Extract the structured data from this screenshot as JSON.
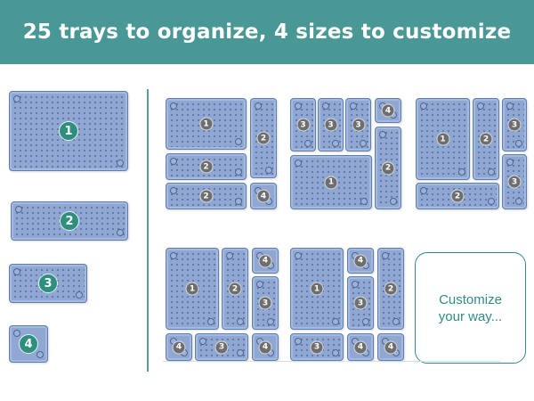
{
  "banner": {
    "title": "25 trays to organize, 4 sizes to customize"
  },
  "colors": {
    "banner_bg": "#4a9896",
    "tray_blue": "#8fa7d2",
    "badge_teal": "#2e8f7f",
    "badge_gray": "#6e6e6e"
  },
  "legend": [
    {
      "size": "1"
    },
    {
      "size": "2"
    },
    {
      "size": "3"
    },
    {
      "size": "4"
    }
  ],
  "layout_1": [
    "1",
    "2",
    "2",
    "2",
    "4"
  ],
  "layout_2": [
    "3",
    "3",
    "3",
    "4",
    "1",
    "2"
  ],
  "layout_3": [
    "1",
    "2",
    "3",
    "3",
    "2"
  ],
  "layout_4": [
    "1",
    "2",
    "4",
    "3",
    "4",
    "3",
    "4"
  ],
  "layout_5": [
    "1",
    "4",
    "3",
    "2",
    "3",
    "4",
    "4"
  ],
  "customize": {
    "line1": "Customize",
    "line2": "your way..."
  }
}
